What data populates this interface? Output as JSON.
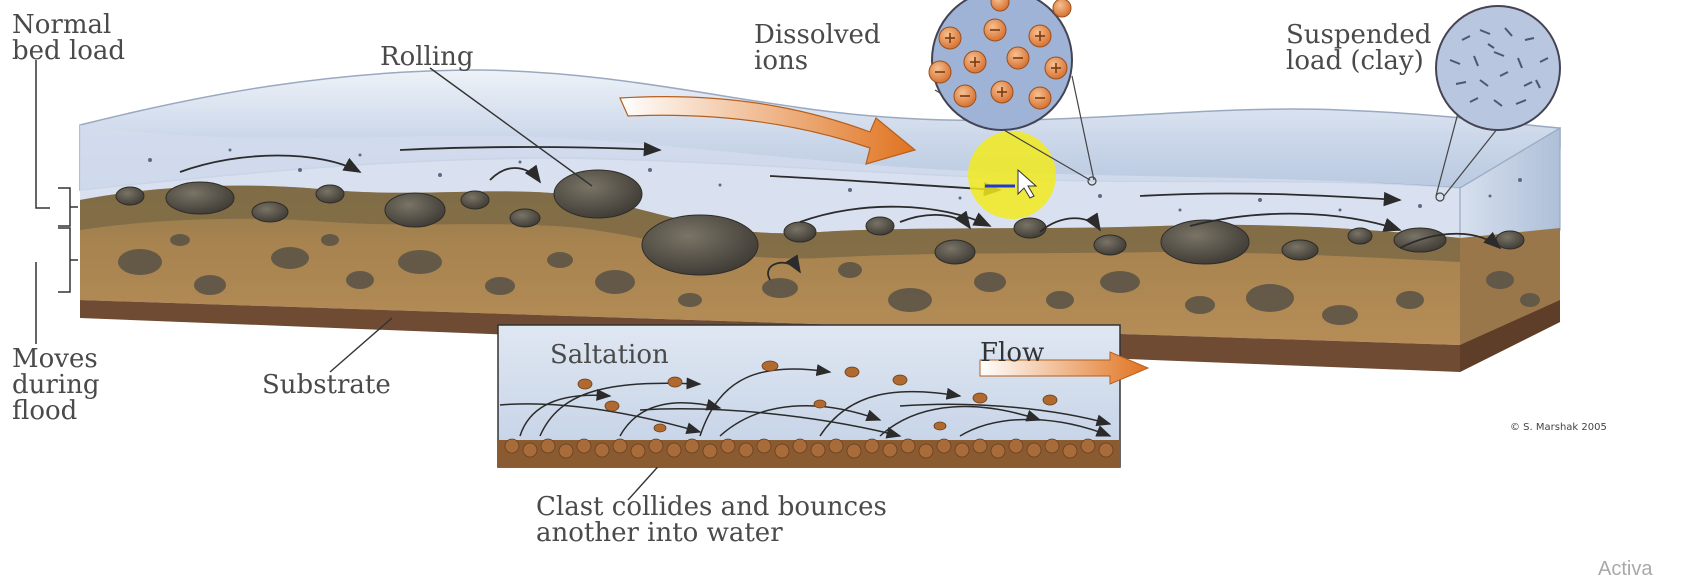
{
  "labels": {
    "normal_bed_load": "Normal\nbed load",
    "rolling": "Rolling",
    "dissolved_ions": "Dissolved\nions",
    "suspended_load": "Suspended\nload (clay)",
    "moves_during_flood": "Moves\nduring\nflood",
    "substrate": "Substrate",
    "saltation": "Saltation",
    "flow": "Flow",
    "clast_collides": "Clast collides and bounces\nanother into water",
    "credit": "© S. Marshak 2005",
    "watermark": "Activa"
  },
  "colors": {
    "water": "#c9d6ea",
    "sediment_upper": "#8b7347",
    "sediment_lower": "#b48a52",
    "substrate_band": "#6e4a32",
    "rock": "#4f4a42",
    "arrow_orange": "#e07a2a",
    "ion_orange": "#e2914c",
    "cursor_highlight": "#f2ea1e"
  }
}
